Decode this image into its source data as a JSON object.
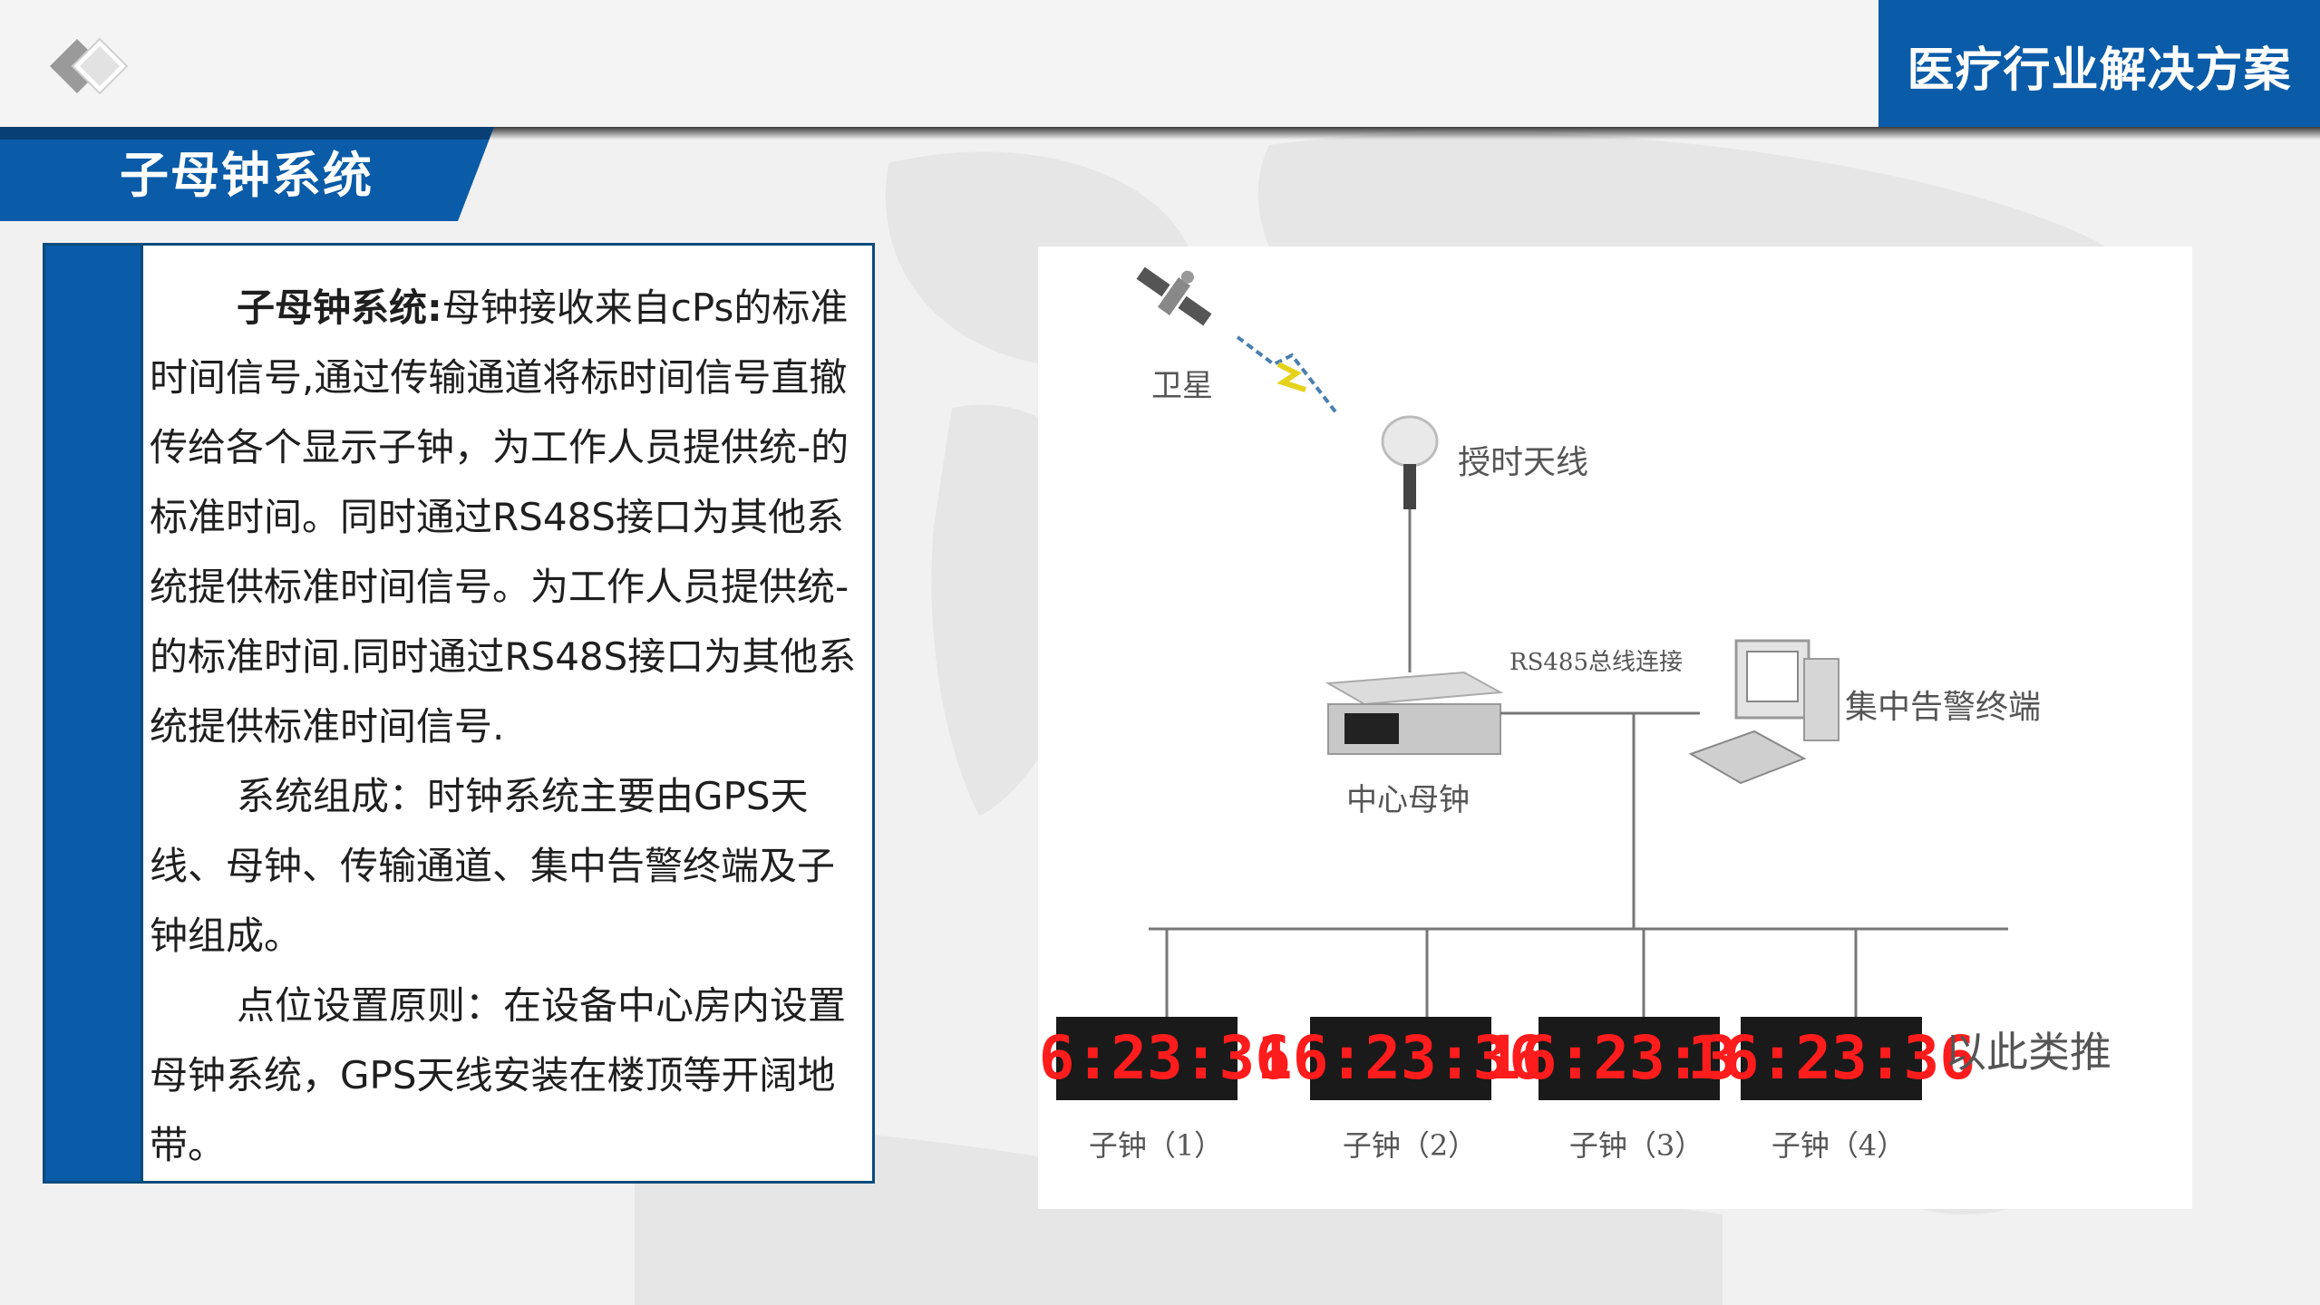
{
  "header": {
    "industry_label": "医疗行业解决方案"
  },
  "section": {
    "title": "子母钟系统"
  },
  "content": {
    "p1_bold": "子母钟系统:",
    "p1_text": "母钟接收来自cPs的标准时间信号,通过传输通道将标时间信号直撤传给各个显示子钟，为工作人员提供统-的标准时间。同时通过RS48S接口为其他系统提供标准时间信号。为工作人员提供统-的标准时间.同时通过RS48S接口为其他系统提供标准时间信号.",
    "p2": "系统组成：时钟系统主要由GPS天线、母钟、传输通道、集中告警终端及子钟组成。",
    "p3": "点位设置原则：在设备中心房内设置母钟系统，GPS天线安装在楼顶等开阔地带。"
  },
  "diagram": {
    "satellite_label": "卫星",
    "antenna_label": "授时天线",
    "bus_label": "RS485总线连接",
    "alarm_label": "集中告警终端",
    "master_label": "中心母钟",
    "etc_label": "以此类推",
    "clock_time": "16:23:36",
    "slave_clocks": [
      "子钟（1）",
      "子钟（2）",
      "子钟（3）",
      "子钟（4）"
    ],
    "colors": {
      "clock_digits": "#ff1c1c",
      "clock_body": "#1a1a1a",
      "lines": "#777777"
    }
  },
  "colors": {
    "accent_blue": "#0a5ba8",
    "dark_blue_border": "#0a4c7d",
    "background": "#f1f1f1"
  }
}
